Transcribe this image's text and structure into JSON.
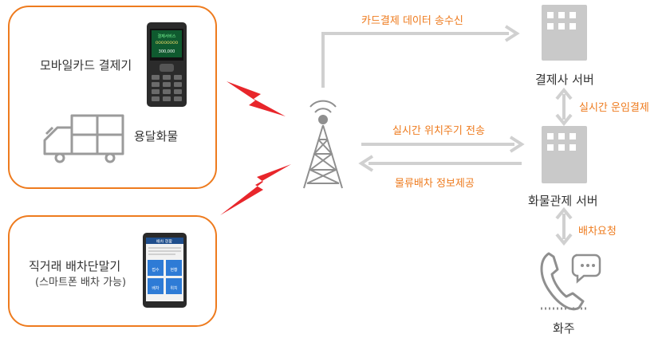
{
  "left_boxes": {
    "top": {
      "mobile_card_label": "모바일카드 결제기",
      "delivery_label": "용달화물",
      "phone_screen_lines": [
        "결제서비스",
        "OOOOOOOO",
        "300,000"
      ]
    },
    "bottom": {
      "terminal_label": "직거래 배차단말기",
      "terminal_sub": "(스마트폰 배차 가능)",
      "smartphone_title": "배차 현황",
      "smartphone_tiles": [
        "접수",
        "현황",
        "배차",
        "위치"
      ]
    }
  },
  "flows": {
    "card_data": "카드결제 데이터 송수신",
    "realtime_location": "실시간 위치주기 전송",
    "logistics_info": "물류배차 정보제공",
    "realtime_fare": "실시간 운임결제",
    "dispatch_request": "배차요청"
  },
  "nodes": {
    "payment_server": "결제사 서버",
    "cargo_server": "화물관제 서버",
    "shipper": "화주"
  },
  "colors": {
    "accent": "#ee7b1e",
    "lightning": "#e8262b",
    "arrow": "#d0d0d0",
    "server": "#c9c9c9",
    "icon_gray": "#9b9b9b"
  }
}
